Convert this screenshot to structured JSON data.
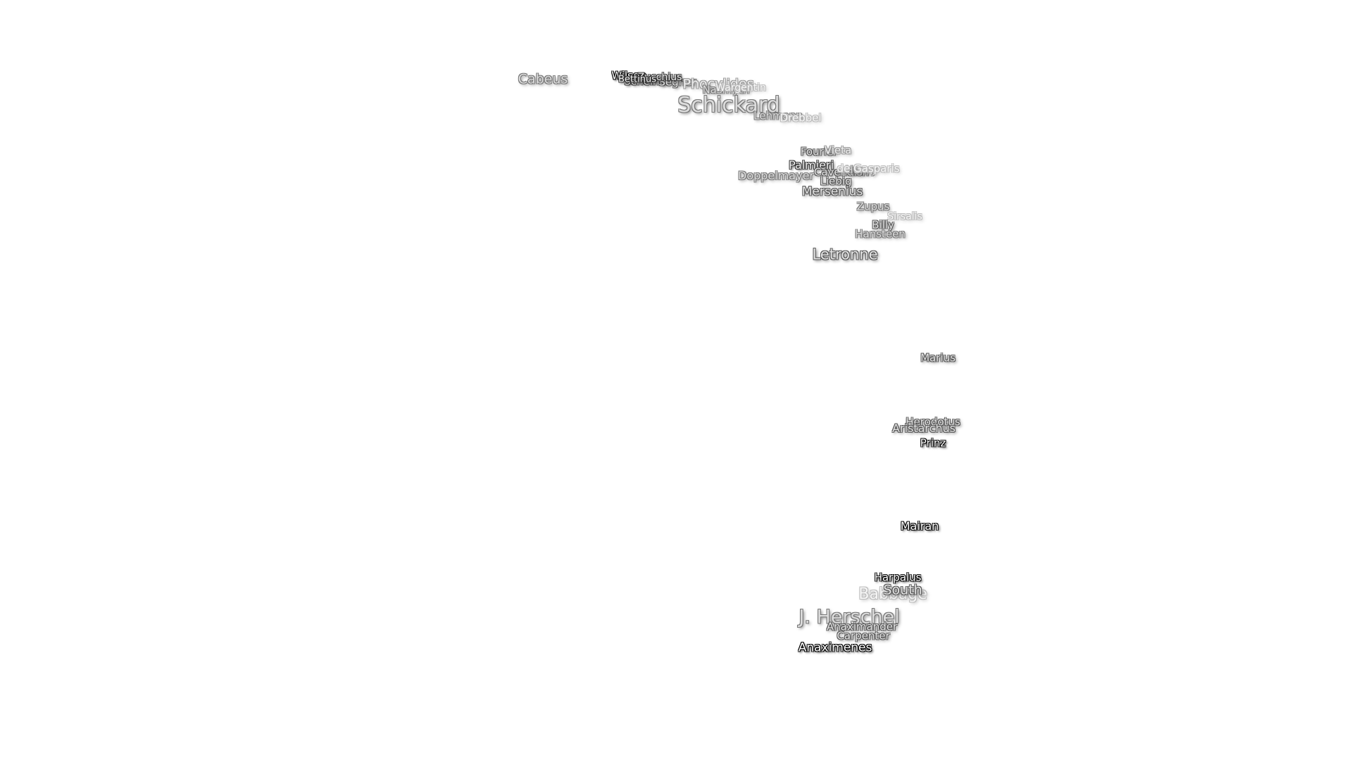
{
  "map": {
    "labels": [
      {
        "name": "Cabeus"
      },
      {
        "name": "Wilson"
      },
      {
        "name": "Scheiner"
      },
      {
        "name": "Segner"
      },
      {
        "name": "Zucchius"
      },
      {
        "name": "Bettinus"
      },
      {
        "name": "Phocylides"
      },
      {
        "name": "Nasmyth"
      },
      {
        "name": "Wargentin"
      },
      {
        "name": "Schickard"
      },
      {
        "name": "Lehmann"
      },
      {
        "name": "Drebbel"
      },
      {
        "name": "Fourier"
      },
      {
        "name": "Vieta"
      },
      {
        "name": "Palmieri"
      },
      {
        "name": "Cavendish"
      },
      {
        "name": "Henry"
      },
      {
        "name": "de Gasparis"
      },
      {
        "name": "Doppelmayer"
      },
      {
        "name": "Liebig"
      },
      {
        "name": "Mersenius"
      },
      {
        "name": "Zupus"
      },
      {
        "name": "Sirsalis"
      },
      {
        "name": "Billy"
      },
      {
        "name": "Hansteen"
      },
      {
        "name": "Letronne"
      },
      {
        "name": "Marius"
      },
      {
        "name": "Herodotus"
      },
      {
        "name": "Aristarchus"
      },
      {
        "name": "Prinz"
      },
      {
        "name": "Mairan"
      },
      {
        "name": "Harpalus"
      },
      {
        "name": "Babbage"
      },
      {
        "name": "South"
      },
      {
        "name": "J. Herschel"
      },
      {
        "name": "Anaximander"
      },
      {
        "name": "Carpenter"
      },
      {
        "name": "Anaximenes"
      }
    ]
  }
}
